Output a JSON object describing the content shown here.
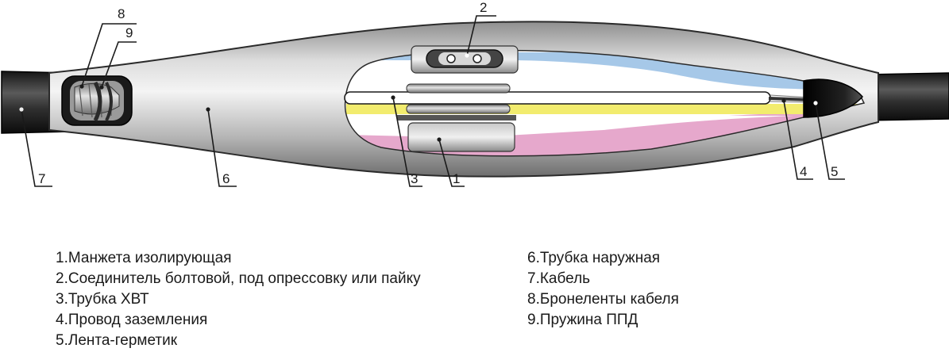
{
  "diagram": {
    "callouts": [
      "1",
      "2",
      "3",
      "4",
      "5",
      "6",
      "7",
      "8",
      "9"
    ]
  },
  "legend": {
    "left": [
      "1.Манжета изолирующая",
      "2.Соединитель болтовой, под опрессовку или пайку",
      "3.Трубка ХВТ",
      "4.Провод заземления",
      "5.Лента-герметик"
    ],
    "right": [
      "6.Трубка наружная",
      "7.Кабель",
      "8.Бронеленты кабеля",
      "9.Пружина ППД"
    ]
  },
  "colors": {
    "tube_gray": "#b8b8b8",
    "blue_core": "#a6c8e8",
    "yellow_core": "#f2ec6e",
    "pink_core": "#e6a8cc",
    "cable_black": "#2a2a2a"
  }
}
